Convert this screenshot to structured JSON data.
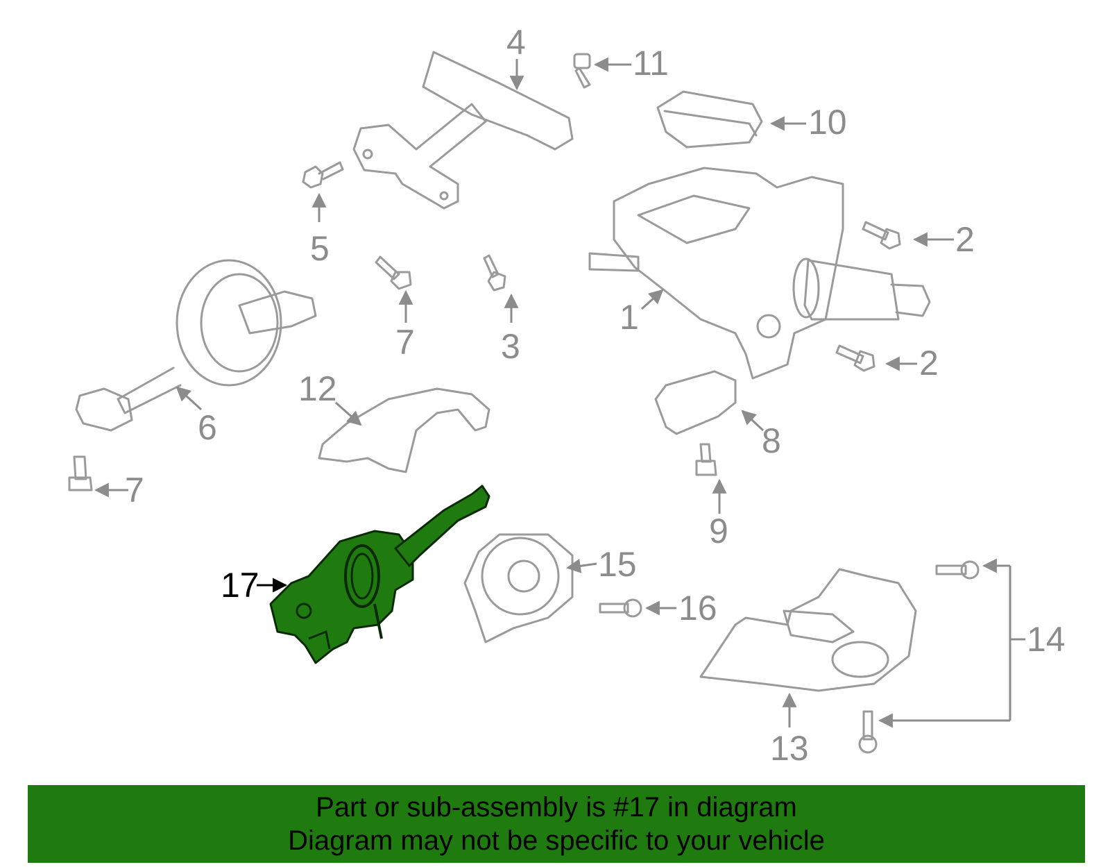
{
  "colors": {
    "highlight": "#1f7a0f",
    "banner": "#1f7a0f",
    "part_outline": "#9a9a9a",
    "label": "#8c8c8c",
    "highlight_label": "#000000"
  },
  "callouts": [
    {
      "id": "1",
      "label": "1"
    },
    {
      "id": "2a",
      "label": "2"
    },
    {
      "id": "2b",
      "label": "2"
    },
    {
      "id": "3",
      "label": "3"
    },
    {
      "id": "4",
      "label": "4"
    },
    {
      "id": "5",
      "label": "5"
    },
    {
      "id": "6",
      "label": "6"
    },
    {
      "id": "7a",
      "label": "7"
    },
    {
      "id": "7b",
      "label": "7"
    },
    {
      "id": "8",
      "label": "8"
    },
    {
      "id": "9",
      "label": "9"
    },
    {
      "id": "10",
      "label": "10"
    },
    {
      "id": "11",
      "label": "11"
    },
    {
      "id": "12",
      "label": "12"
    },
    {
      "id": "13",
      "label": "13"
    },
    {
      "id": "14",
      "label": "14"
    },
    {
      "id": "15",
      "label": "15"
    },
    {
      "id": "16",
      "label": "16"
    },
    {
      "id": "17",
      "label": "17"
    }
  ],
  "highlighted_part": "17",
  "banner": {
    "line1": "Part or sub-assembly is #17 in diagram",
    "line2": "Diagram may not be specific to your vehicle"
  }
}
